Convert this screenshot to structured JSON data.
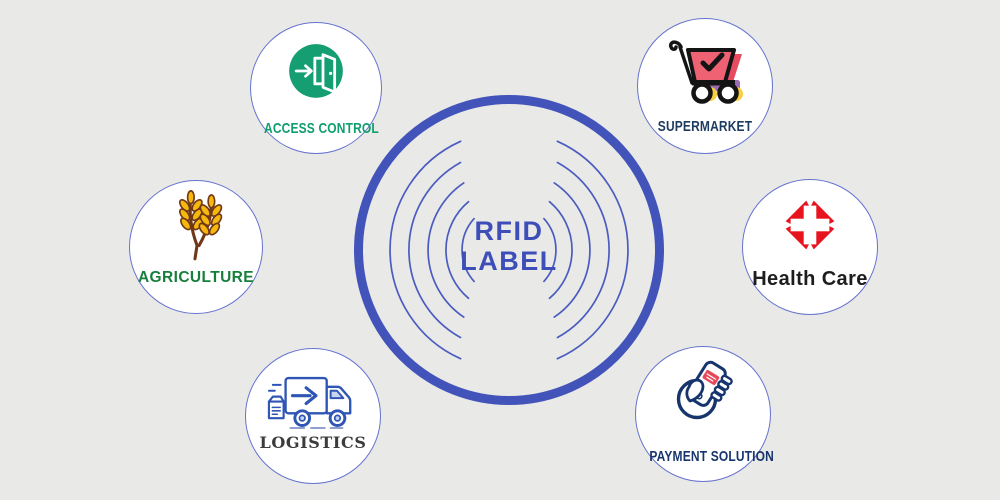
{
  "diagram_title": "RFID LABEL applications diagram",
  "center": {
    "line1": "RFID",
    "line2": "LABEL"
  },
  "nodes": [
    {
      "id": "access-control",
      "label": "ACCESS CONTROL",
      "icon": "door-entry-icon"
    },
    {
      "id": "supermarket",
      "label": "SUPERMARKET",
      "icon": "shopping-cart-icon"
    },
    {
      "id": "agriculture",
      "label": "AGRICULTURE",
      "icon": "wheat-icon"
    },
    {
      "id": "health-care",
      "label": "Health Care",
      "icon": "medical-cross-icon"
    },
    {
      "id": "logistics",
      "label": "LOGISTICS",
      "icon": "delivery-truck-icon"
    },
    {
      "id": "payment-solution",
      "label": "PAYMENT SOLUTION",
      "icon": "hand-phone-pay-icon"
    }
  ],
  "colors": {
    "background": "#e9e9e7",
    "ring_blue": "#4253b9",
    "wave_blue": "#4b5cc0",
    "center_text_blue": "#3e4eb8",
    "node_border_blue": "#6673cf",
    "access_green": "#149e72",
    "access_text_green": "#0f9e6e",
    "supermarket_pink": "#ef6274",
    "supermarket_pink_shadow": "#e84a60",
    "cart_purple": "#9b6bb3",
    "cart_yellow": "#f8cf3f",
    "cart_outline_black": "#141414",
    "supermarket_text_navy": "#1d3a5f",
    "wheat_yellow": "#f5b80c",
    "wheat_brown": "#703818",
    "agriculture_text_green": "#177f3c",
    "healthcare_red": "#e8141d",
    "healthcare_text_black": "#1d1d1d",
    "logistics_blue": "#2f56b5",
    "logistics_text_gray": "#3c3c3c",
    "payment_navy": "#17356d",
    "payment_logo_red": "#e8475a"
  }
}
